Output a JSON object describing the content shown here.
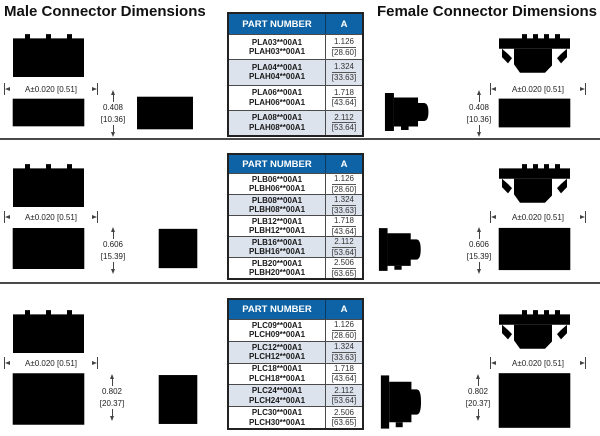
{
  "titles": {
    "male": "Male Connector Dimensions",
    "female": "Female Connector Dimensions"
  },
  "colors": {
    "table_header_bg": "#0d63a5",
    "table_header_text": "#ffffff",
    "table_alt_row_bg": "#dde3ed",
    "line_color": "#4a4a4a"
  },
  "sections": [
    {
      "dim_a": "A±0.020 [0.51]",
      "h_in": "0.408",
      "h_mm": "[10.36]",
      "table": {
        "headers": [
          "PART NUMBER",
          "A"
        ],
        "rows": [
          {
            "part1": "PLA03**00A1",
            "part2": "PLAH03**00A1",
            "a_in": "1.126",
            "a_mm": "[28.60]"
          },
          {
            "part1": "PLA04**00A1",
            "part2": "PLAH04**00A1",
            "a_in": "1.324",
            "a_mm": "[33.63]"
          },
          {
            "part1": "PLA06**00A1",
            "part2": "PLAH06**00A1",
            "a_in": "1.718",
            "a_mm": "[43.64]"
          },
          {
            "part1": "PLA08**00A1",
            "part2": "PLAH08**00A1",
            "a_in": "2.112",
            "a_mm": "[53.64]"
          }
        ]
      }
    },
    {
      "dim_a": "A±0.020 [0.51]",
      "h_in": "0.606",
      "h_mm": "[15.39]",
      "table": {
        "headers": [
          "PART NUMBER",
          "A"
        ],
        "rows": [
          {
            "part1": "PLB06**00A1",
            "part2": "PLBH06**00A1",
            "a_in": "1.126",
            "a_mm": "[28.60]"
          },
          {
            "part1": "PLB08**00A1",
            "part2": "PLBH08**00A1",
            "a_in": "1.324",
            "a_mm": "[33.63]"
          },
          {
            "part1": "PLB12**00A1",
            "part2": "PLBH12**00A1",
            "a_in": "1.718",
            "a_mm": "[43.64]"
          },
          {
            "part1": "PLB16**00A1",
            "part2": "PLBH16**00A1",
            "a_in": "2.112",
            "a_mm": "[53.64]"
          },
          {
            "part1": "PLB20**00A1",
            "part2": "PLBH20**00A1",
            "a_in": "2.506",
            "a_mm": "[63.65]"
          }
        ]
      }
    },
    {
      "dim_a": "A±0.020 [0.51]",
      "h_in": "0.802",
      "h_mm": "[20.37]",
      "table": {
        "headers": [
          "PART NUMBER",
          "A"
        ],
        "rows": [
          {
            "part1": "PLC09**00A1",
            "part2": "PLCH09**00A1",
            "a_in": "1.126",
            "a_mm": "[28.60]"
          },
          {
            "part1": "PLC12**00A1",
            "part2": "PLCH12**00A1",
            "a_in": "1.324",
            "a_mm": "[33.63]"
          },
          {
            "part1": "PLC18**00A1",
            "part2": "PLCH18**00A1",
            "a_in": "1.718",
            "a_mm": "[43.64]"
          },
          {
            "part1": "PLC24**00A1",
            "part2": "PLCH24**00A1",
            "a_in": "2.112",
            "a_mm": "[53.64]"
          },
          {
            "part1": "PLC30**00A1",
            "part2": "PLCH30**00A1",
            "a_in": "2.506",
            "a_mm": "[63.65]"
          }
        ]
      }
    }
  ]
}
